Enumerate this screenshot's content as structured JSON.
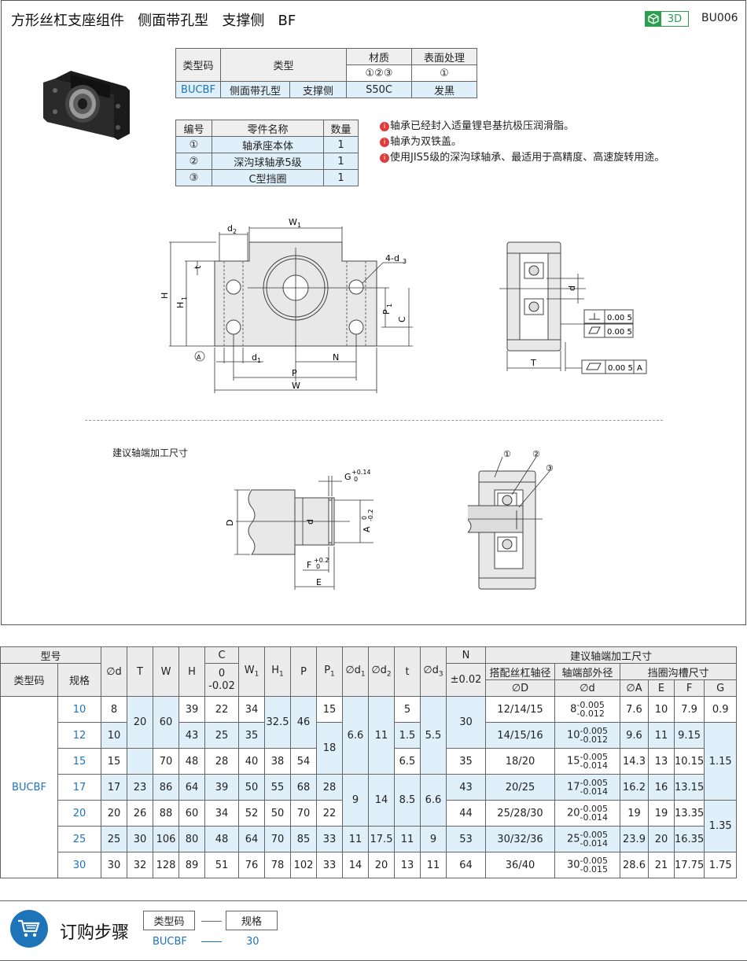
{
  "header": {
    "title": "方形丝杠支座组件   侧面带孔型   支撑侧   BF",
    "badge_3d": "3D",
    "part_code": "BU006"
  },
  "type_table": {
    "headers": {
      "code": "类型码",
      "type": "类型",
      "material": "材质",
      "surface": "表面处理"
    },
    "sub": {
      "material": "①②③",
      "surface": "①"
    },
    "row": {
      "code": "BUCBF",
      "type1": "侧面带孔型",
      "type2": "支撑侧",
      "material": "S50C",
      "surface": "发黑"
    }
  },
  "parts_table": {
    "headers": {
      "no": "编号",
      "name": "零件名称",
      "qty": "数量"
    },
    "rows": [
      {
        "no": "①",
        "name": "轴承座本体",
        "qty": "1"
      },
      {
        "no": "②",
        "name": "深沟球轴承5级",
        "qty": "1"
      },
      {
        "no": "③",
        "name": "C型挡圈",
        "qty": "1"
      }
    ]
  },
  "notes": [
    "轴承已经封入适量锂皂基抗极压润滑脂。",
    "轴承为双铁盖。",
    "使用JIS5级的深沟球轴承、最适用于高精度、高速旋转用途。"
  ],
  "notes_icon": "i",
  "drawing": {
    "front": {
      "W1": "W",
      "W1s": "1",
      "d2": "d",
      "d2s": "2",
      "d3": "4-d",
      "d3s": "3",
      "t": "t",
      "H": "H",
      "H1": "H",
      "H1s": "1",
      "P1": "P",
      "P1s": "1",
      "C": "C",
      "d1": "d",
      "d1s": "1",
      "N": "N",
      "P": "P",
      "W": "W",
      "A": "A"
    },
    "side": {
      "d": "d",
      "tol1": "0.00 5",
      "tol2": "0.00 5",
      "tol3": "0.00 5",
      "tolA": "A",
      "T": "T"
    },
    "shaft_title": "建议轴端加工尺寸",
    "shaft": {
      "G": "G",
      "Gtol_up": "+0.14",
      "Gtol_lo": "0",
      "D": "D",
      "d": "d",
      "A": "A",
      "Atol_up": "0",
      "Atol_lo": "-0.2",
      "F": "F",
      "Ftol_up": "+0.2",
      "Ftol_lo": "0",
      "E": "E"
    },
    "section": {
      "c1": "①",
      "c2": "②",
      "c3": "③"
    }
  },
  "spec_table": {
    "h": {
      "model": "型号",
      "code": "类型码",
      "spec": "规格",
      "d": "∅d",
      "T": "T",
      "W": "W",
      "H": "H",
      "C": "C",
      "C0": "0",
      "C1": "-0.02",
      "W1": "W",
      "H1": "H",
      "P": "P",
      "P1": "P",
      "d1": "∅d",
      "d2": "∅d",
      "t": "t",
      "d3": "∅d",
      "N": "N",
      "Ntol": "±0.02",
      "shaft": "建议轴端加工尺寸",
      "match": "搭配丝杠轴径",
      "shaftd": "轴端部外径",
      "groove": "挡圈沟槽尺寸",
      "phiD": "∅D",
      "phid": "∅d",
      "A": "∅A",
      "E": "E",
      "F": "F",
      "G": "G"
    },
    "type_code": "BUCBF",
    "rows": [
      {
        "spec": "10",
        "d": "8",
        "H": "39",
        "C": "22",
        "W1": "34",
        "P1": "15",
        "t": "5",
        "D": "12/14/15",
        "sd": "8",
        "su": "-0.005",
        "sl": "-0.012",
        "A": "7.6",
        "E": "10",
        "F": "7.9",
        "G": "0.9"
      },
      {
        "spec": "12",
        "d": "10",
        "H": "43",
        "C": "25",
        "W1": "35",
        "t": "1.5",
        "D": "14/15/16",
        "sd": "10",
        "su": "-0.005",
        "sl": "-0.012",
        "A": "9.6",
        "E": "11",
        "F": "9.15"
      },
      {
        "spec": "15",
        "d": "15",
        "W": "70",
        "H": "48",
        "C": "28",
        "W1": "40",
        "H1": "38",
        "P": "54",
        "t": "6.5",
        "N": "35",
        "D": "18/20",
        "sd": "15",
        "su": "-0.005",
        "sl": "-0.014",
        "A": "14.3",
        "E": "13",
        "F": "10.15"
      },
      {
        "spec": "17",
        "d": "17",
        "T": "23",
        "W": "86",
        "H": "64",
        "C": "39",
        "W1": "50",
        "H1": "55",
        "P": "68",
        "P1": "28",
        "N": "43",
        "D": "20/25",
        "sd": "17",
        "su": "-0.005",
        "sl": "-0.014",
        "A": "16.2",
        "E": "16",
        "F": "13.15"
      },
      {
        "spec": "20",
        "d": "20",
        "T": "26",
        "W": "88",
        "H": "60",
        "C": "34",
        "W1": "52",
        "H1": "50",
        "P": "70",
        "P1": "22",
        "N": "44",
        "D": "25/28/30",
        "sd": "20",
        "su": "-0.005",
        "sl": "-0.014",
        "A": "19",
        "E": "19",
        "F": "13.35"
      },
      {
        "spec": "25",
        "d": "25",
        "T": "30",
        "W": "106",
        "H": "80",
        "C": "48",
        "W1": "64",
        "H1": "70",
        "P": "85",
        "P1": "33",
        "d1": "11",
        "d2": "17.5",
        "t": "11",
        "d3": "9",
        "N": "53",
        "D": "30/32/36",
        "sd": "25",
        "su": "-0.005",
        "sl": "-0.014",
        "A": "23.9",
        "E": "20",
        "F": "16.35"
      },
      {
        "spec": "30",
        "d": "30",
        "T": "32",
        "W": "128",
        "H": "89",
        "C": "51",
        "W1": "76",
        "H1": "78",
        "P": "102",
        "P1": "33",
        "d1": "14",
        "d2": "20",
        "t": "13",
        "d3": "11",
        "N": "64",
        "D": "36/40",
        "sd": "30",
        "su": "-0.005",
        "sl": "-0.015",
        "A": "28.6",
        "E": "21",
        "F": "17.75",
        "G": "1.75"
      }
    ],
    "merged": {
      "T_1012": "20",
      "W_1012": "60",
      "H1_1012": "32.5",
      "P_1012": "46",
      "P1_1215": "18",
      "d1_1015": "6.6",
      "d2_1015": "11",
      "d3_1015": "5.5",
      "N_1012": "30",
      "G_1217": "1.15",
      "d1_1720": "9",
      "d2_1720": "14",
      "t_1720": "8.5",
      "d3_1720": "6.6",
      "G_2025": "1.35"
    }
  },
  "order": {
    "title": "订购步骤",
    "code_label": "类型码",
    "spec_label": "规格",
    "code_val": "BUCBF",
    "spec_val": "30"
  },
  "colors": {
    "accent": "#1d74b9",
    "green": "#2e9e4f",
    "light_blue": "#dff0fa"
  }
}
